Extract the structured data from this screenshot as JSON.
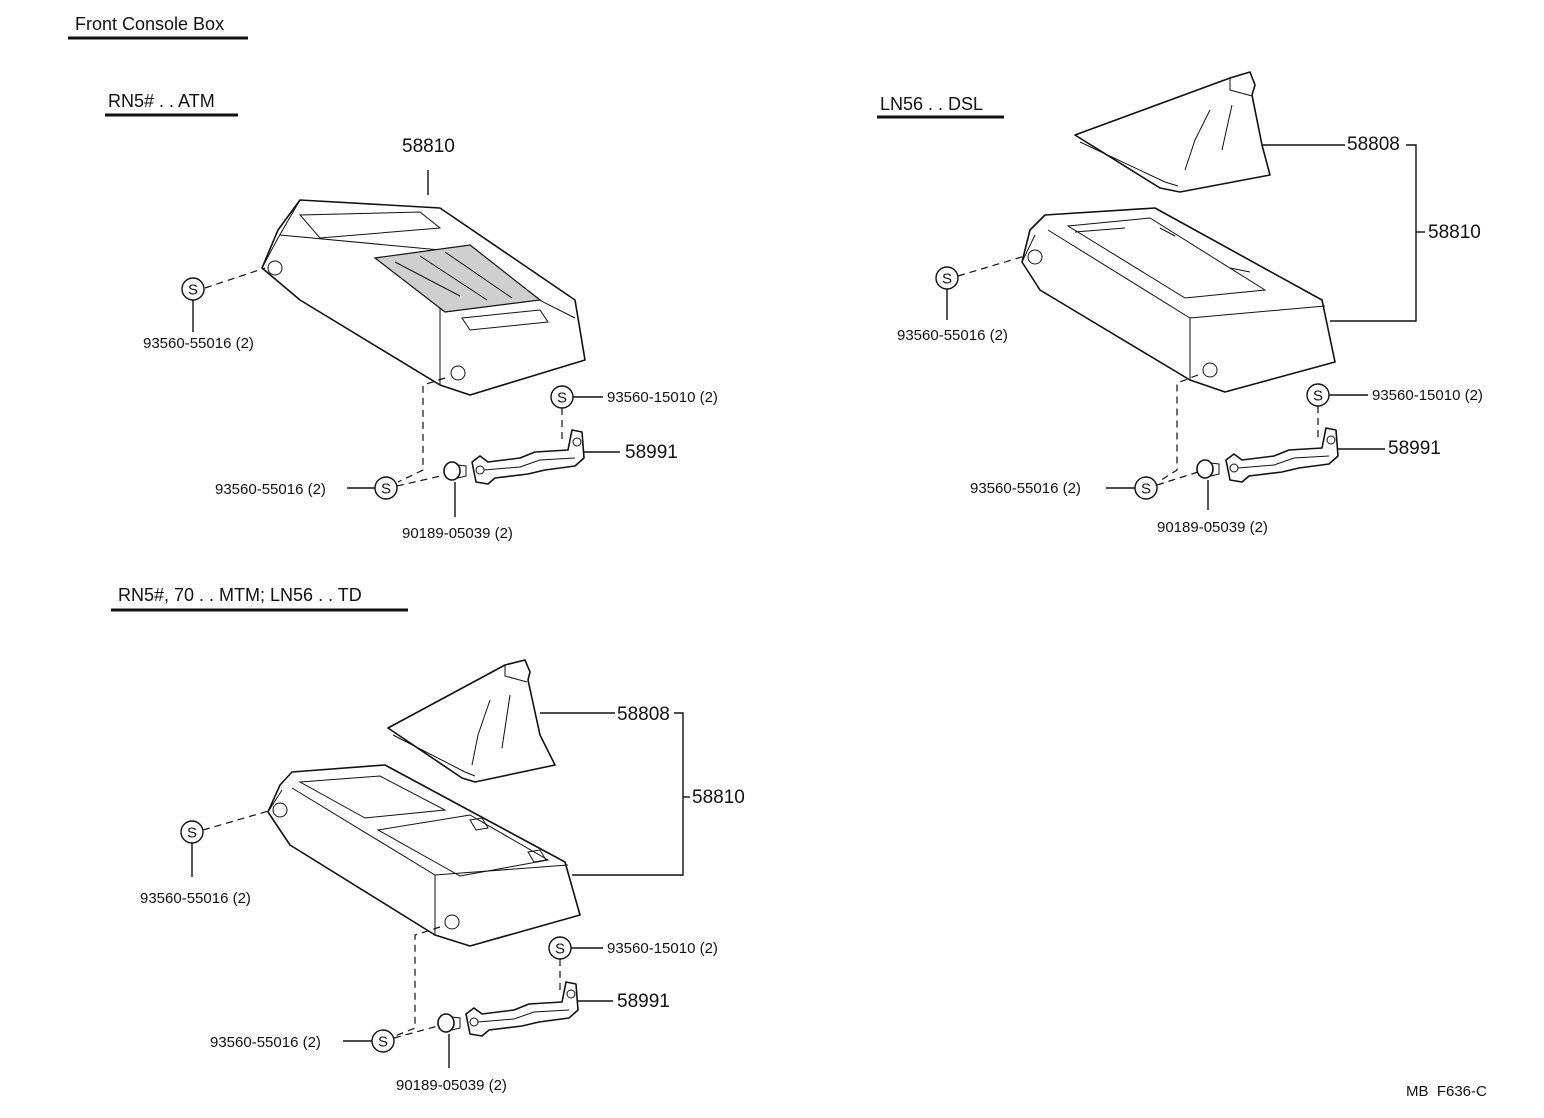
{
  "title": "Front Console Box",
  "sections": [
    {
      "heading": "RN5# . . ATM",
      "labels": {
        "console": "58810",
        "screw_left": "93560-55016 (2)",
        "screw_bottom": "93560-55016 (2)",
        "screw_bracket": "93560-15010 (2)",
        "bracket": "58991",
        "clip": "90189-05039 (2)"
      }
    },
    {
      "heading": "LN56 . . DSL",
      "labels": {
        "boot": "58808",
        "console": "58810",
        "screw_left": "93560-55016 (2)",
        "screw_bottom": "93560-55016 (2)",
        "screw_bracket": "93560-15010 (2)",
        "bracket": "58991",
        "clip": "90189-05039 (2)"
      }
    },
    {
      "heading": "RN5#, 70 . . MTM; LN56 . . TD",
      "labels": {
        "boot": "58808",
        "console": "58810",
        "screw_left": "93560-55016 (2)",
        "screw_bottom": "93560-55016 (2)",
        "screw_bracket": "93560-15010 (2)",
        "bracket": "58991",
        "clip": "90189-05039 (2)"
      }
    }
  ],
  "screw_symbol": "S",
  "footer_code": "MB  F636-C"
}
